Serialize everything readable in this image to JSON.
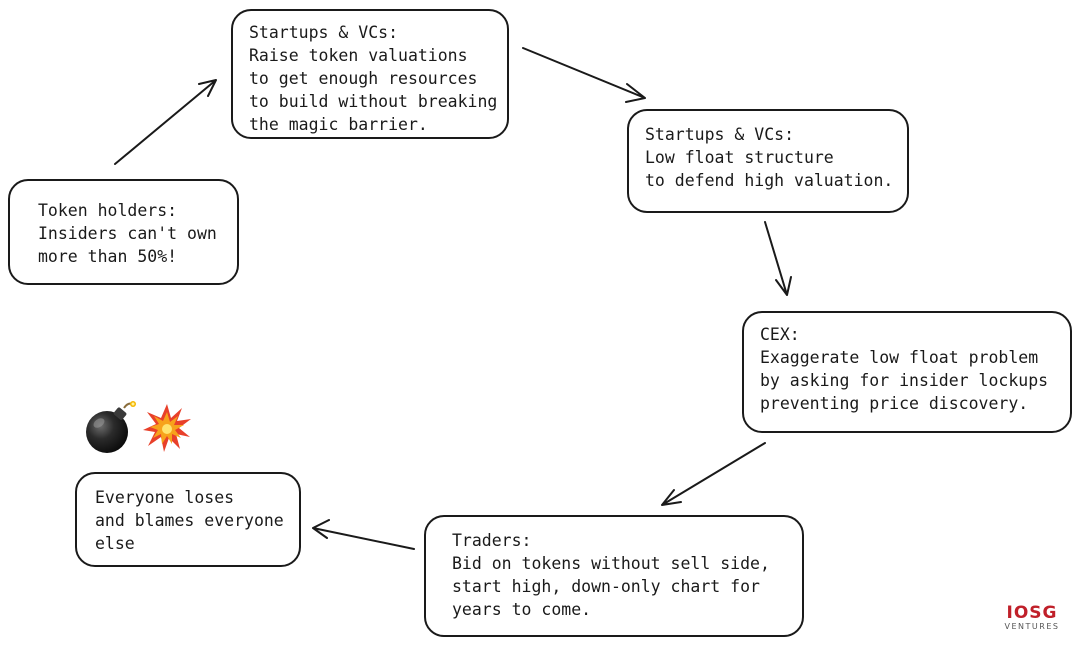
{
  "boxes": {
    "startups_raise": {
      "lines": [
        "Startups & VCs:",
        "Raise token valuations",
        "to get enough resources",
        "to build without breaking",
        "the magic barrier."
      ]
    },
    "startups_float": {
      "lines": [
        "Startups & VCs:",
        "Low float structure",
        "to defend high valuation."
      ]
    },
    "cex": {
      "lines": [
        "CEX:",
        "Exaggerate low float problem",
        "by asking for insider lockups",
        "preventing price discovery."
      ]
    },
    "traders": {
      "lines": [
        "Traders:",
        "Bid on tokens without sell side,",
        "start high, down-only chart for",
        "years to come."
      ]
    },
    "everyone": {
      "lines": [
        "Everyone loses",
        "and blames everyone",
        "else"
      ]
    },
    "holders": {
      "lines": [
        "Token holders:",
        "Insiders can't own",
        "more than 50%!"
      ]
    }
  },
  "decorations": {
    "bomb_icon": "bomb-emoji",
    "explosion_icon": "collision-emoji"
  },
  "logo": {
    "main": "IOSG",
    "sub": "VENTURES"
  },
  "colors": {
    "stroke": "#1a1a1a",
    "logo_red": "#c0202a"
  }
}
